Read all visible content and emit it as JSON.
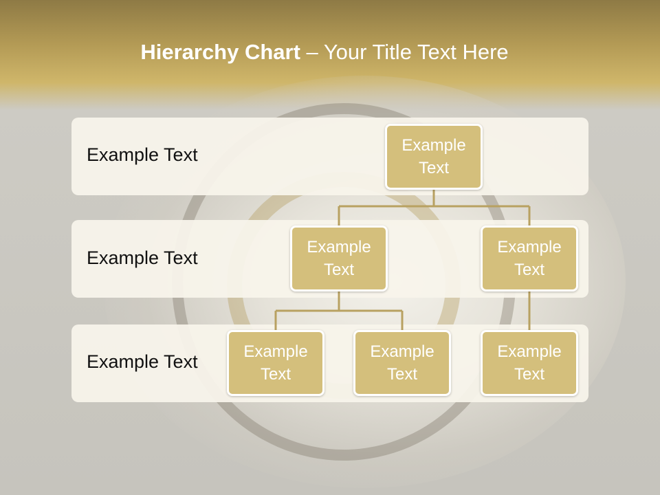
{
  "title": {
    "bold": "Hierarchy Chart",
    "dash": " – ",
    "rest": "Your Title Text Here"
  },
  "levels": [
    {
      "label": "Example Text"
    },
    {
      "label": "Example Text"
    },
    {
      "label": "Example Text"
    }
  ],
  "nodes": {
    "root": "Example\nText",
    "mid_left": "Example\nText",
    "mid_right": "Example\nText",
    "bottom_left": "Example\nText",
    "bottom_center": "Example\nText",
    "bottom_right": "Example\nText"
  },
  "colors": {
    "node_fill": "#d4bf7c",
    "connector": "#b8a161",
    "band_fill": "#f8f4eb",
    "title_band": "#b39a55"
  }
}
